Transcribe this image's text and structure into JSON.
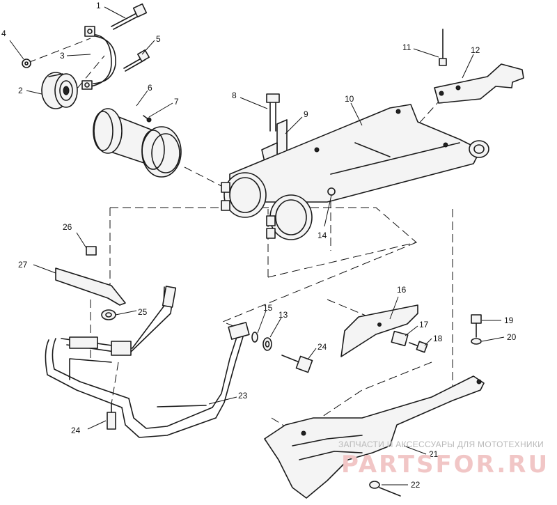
{
  "callouts": [
    {
      "id": "1",
      "part": "bolt"
    },
    {
      "id": "2",
      "part": "bearing"
    },
    {
      "id": "3",
      "part": "clamp"
    },
    {
      "id": "4",
      "part": "nut"
    },
    {
      "id": "5",
      "part": "bolt"
    },
    {
      "id": "6",
      "part": "pivot-tube"
    },
    {
      "id": "7",
      "part": "grease-fitting"
    },
    {
      "id": "8",
      "part": "bolt"
    },
    {
      "id": "9",
      "part": "bracket"
    },
    {
      "id": "10",
      "part": "swing-arm"
    },
    {
      "id": "11",
      "part": "screw"
    },
    {
      "id": "12",
      "part": "bracket"
    },
    {
      "id": "13",
      "part": "washer"
    },
    {
      "id": "14",
      "part": "pin"
    },
    {
      "id": "15",
      "part": "washer"
    },
    {
      "id": "16",
      "part": "bracket"
    },
    {
      "id": "17",
      "part": "spacer"
    },
    {
      "id": "18",
      "part": "bolt"
    },
    {
      "id": "19",
      "part": "bolt"
    },
    {
      "id": "20",
      "part": "washer"
    },
    {
      "id": "21",
      "part": "chain-guard"
    },
    {
      "id": "22",
      "part": "plug"
    },
    {
      "id": "23",
      "part": "bumper"
    },
    {
      "id": "24",
      "part": "bolt"
    },
    {
      "id": "24",
      "part": "bolt"
    },
    {
      "id": "25",
      "part": "nut"
    },
    {
      "id": "26",
      "part": "nut"
    },
    {
      "id": "27",
      "part": "plate"
    }
  ],
  "watermark": {
    "top_text": "ЗАПЧАСТИ И АКСЕССУАРЫ ДЛЯ МОТОТЕХНИКИ",
    "main_text": "PARTSFOR.RU"
  }
}
